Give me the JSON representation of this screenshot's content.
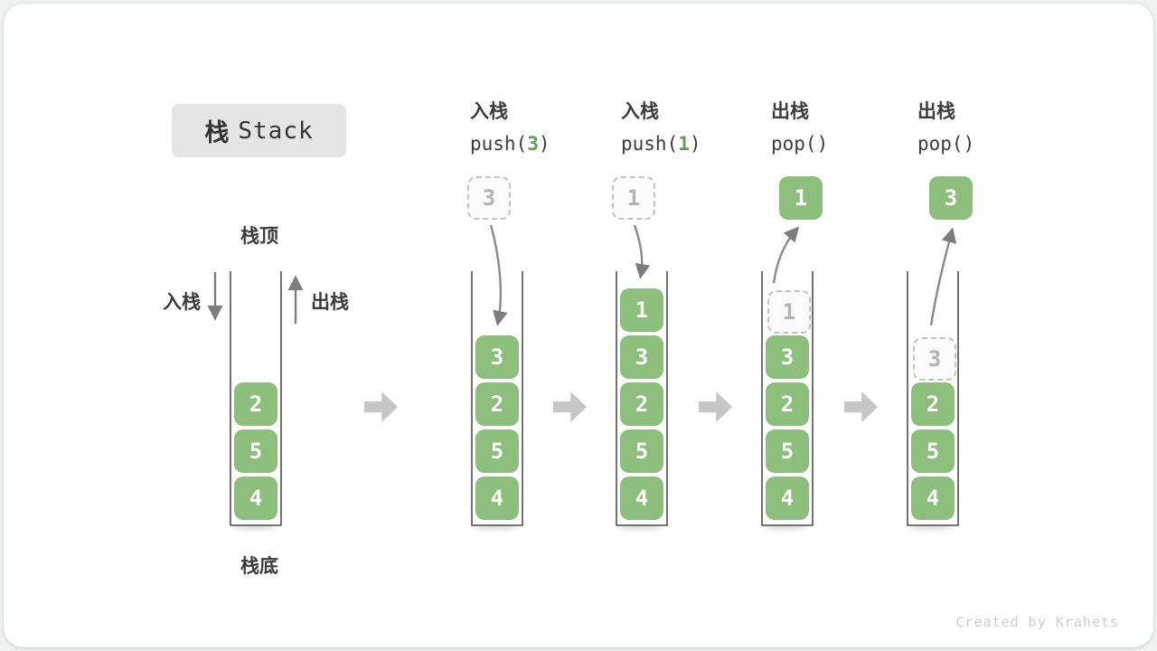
{
  "title": {
    "zh": "栈",
    "en": "Stack"
  },
  "labels": {
    "stack_top": "栈顶",
    "stack_bottom": "栈底",
    "push_side": "入栈",
    "pop_side": "出栈"
  },
  "operations": [
    {
      "label": "入栈",
      "code_pre": "push(",
      "arg": "3",
      "code_post": ")"
    },
    {
      "label": "入栈",
      "code_pre": "push(",
      "arg": "1",
      "code_post": ")"
    },
    {
      "label": "出栈",
      "code_pre": "pop(",
      "arg": "",
      "code_post": ")"
    },
    {
      "label": "出栈",
      "code_pre": "pop(",
      "arg": "",
      "code_post": ")"
    }
  ],
  "stacks": [
    {
      "cells": [
        "2",
        "5",
        "4"
      ]
    },
    {
      "incoming": "3",
      "cells": [
        "3",
        "2",
        "5",
        "4"
      ]
    },
    {
      "incoming": "1",
      "cells": [
        "1",
        "3",
        "2",
        "5",
        "4"
      ]
    },
    {
      "outgoing": "1",
      "ghost": "1",
      "cells": [
        "3",
        "2",
        "5",
        "4"
      ]
    },
    {
      "outgoing": "3",
      "ghost": "3",
      "cells": [
        "2",
        "5",
        "4"
      ]
    }
  ],
  "watermark": "Created by Krahets",
  "colors": {
    "box_green": "#8cbe7c",
    "code_green": "#5ea052",
    "curve_arrow_gray": "#8a8a8a",
    "block_arrow_gray": "#c6c6c6",
    "title_bg": "#e5e5e5",
    "text_dark": "#3c3c3c",
    "ghost_border": "#c3c3c3",
    "watermark_gray": "#cdcdcd"
  }
}
